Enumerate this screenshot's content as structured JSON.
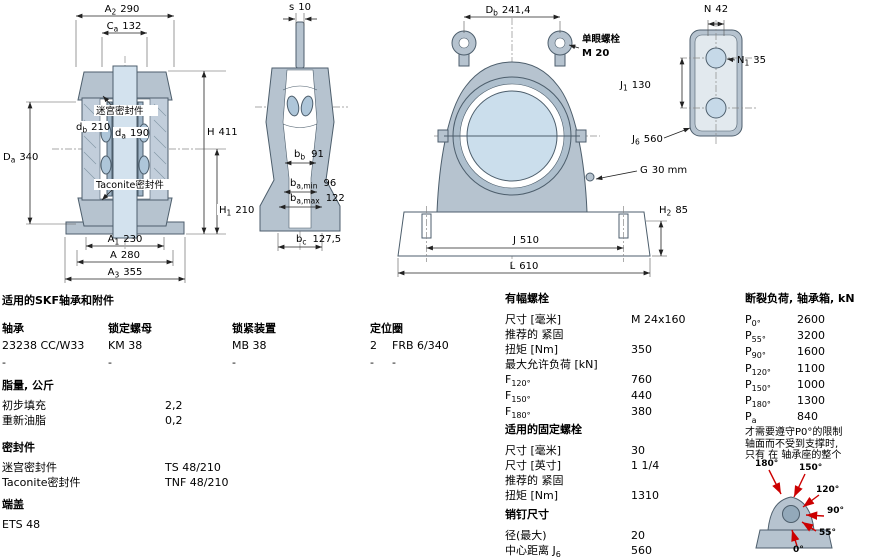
{
  "drawing": {
    "seal_label_top": "迷宫密封件",
    "seal_label_bottom": "Taconite密封件",
    "eye_bolt_label": "单眼螺栓",
    "eye_bolt_size": "M 20",
    "dims": {
      "A2": {
        "sym": "A",
        "sub": "2",
        "val": "290"
      },
      "Ca": {
        "sym": "C",
        "sub": "a",
        "val": "132"
      },
      "db": {
        "sym": "d",
        "sub": "b",
        "val": "210"
      },
      "da": {
        "sym": "d",
        "sub": "a",
        "val": "190"
      },
      "Da": {
        "sym": "D",
        "sub": "a",
        "val": "340"
      },
      "H": {
        "sym": "H",
        "val": "411"
      },
      "H1": {
        "sym": "H",
        "sub": "1",
        "val": "210"
      },
      "A1": {
        "sym": "A",
        "sub": "1",
        "val": "230"
      },
      "A": {
        "sym": "A",
        "val": "280"
      },
      "A3": {
        "sym": "A",
        "sub": "3",
        "val": "355"
      },
      "s": {
        "sym": "s",
        "val": "10"
      },
      "bb": {
        "sym": "b",
        "sub": "b",
        "val": "91"
      },
      "bamin": {
        "sym": "b",
        "sub": "a,min",
        "val": "96"
      },
      "bamax": {
        "sym": "b",
        "sub": "a,max",
        "val": "122"
      },
      "bc": {
        "sym": "b",
        "sub": "c",
        "val": "127,5"
      },
      "Db": {
        "sym": "D",
        "sub": "b",
        "val": "241,4"
      },
      "G": {
        "sym": "G",
        "val": "30 mm"
      },
      "H2": {
        "sym": "H",
        "sub": "2",
        "val": "85"
      },
      "J": {
        "sym": "J",
        "val": "510"
      },
      "L": {
        "sym": "L",
        "val": "610"
      },
      "N": {
        "sym": "N",
        "val": "42"
      },
      "N1": {
        "sym": "N",
        "sub": "1",
        "val": "35"
      },
      "J1": {
        "sym": "J",
        "sub": "1",
        "val": "130"
      },
      "J6": {
        "sym": "J",
        "sub": "6",
        "val": "560"
      }
    }
  },
  "bearings": {
    "title": "适用的SKF轴承和附件",
    "columns": [
      {
        "header": "轴承",
        "value": "23238 CC/W33",
        "dash": "-"
      },
      {
        "header": "锁定螺母",
        "value": "KM 38",
        "dash": "-"
      },
      {
        "header": "锁紧装置",
        "value": "MB 38",
        "dash": "-"
      },
      {
        "header": "定位圈",
        "qty": "2",
        "value": "FRB 6/340",
        "dash_qty": "-",
        "dash": "-"
      }
    ]
  },
  "grease": {
    "title": "脂量, 公斤",
    "rows": [
      {
        "label": "初步填充",
        "value": "2,2"
      },
      {
        "label": "重新油脂",
        "value": "0,2"
      }
    ]
  },
  "seals": {
    "title": "密封件",
    "rows": [
      {
        "label": "迷宫密封件",
        "value": "TS 48/210"
      },
      {
        "label": "Taconite密封件",
        "value": "TNF 48/210"
      }
    ]
  },
  "end_cover": {
    "title": "端盖",
    "value": "ETS 48"
  },
  "cap_bolts": {
    "title": "有幅螺栓",
    "size_label": "尺寸 [毫米]",
    "size_value": "M 24x160",
    "recommend_label": "推荐的 紧固",
    "torque_label": "扭矩 [Nm]",
    "torque_value": "350",
    "max_load_label": "最大允许负荷 [kN]",
    "loads": [
      {
        "sym": "F",
        "sub": "120°",
        "val": "760"
      },
      {
        "sym": "F",
        "sub": "150°",
        "val": "440"
      },
      {
        "sym": "F",
        "sub": "180°",
        "val": "380"
      }
    ]
  },
  "fixing_bolts": {
    "title": "适用的固定螺栓",
    "size_mm_label": "尺寸 [毫米]",
    "size_mm_value": "30",
    "size_in_label": "尺寸 [英寸]",
    "size_in_value": "1 1/4",
    "recommend_label": "推荐的 紧固",
    "torque_label": "扭矩 [Nm]",
    "torque_value": "1310"
  },
  "pin": {
    "title": "销钉尺寸",
    "dia_label": "径(最大)",
    "dia_value": "20",
    "center_label": "中心距离 J",
    "center_sub": "6",
    "center_value": "560"
  },
  "breaking_load": {
    "title": "断裂负荷, 轴承箱, kN",
    "rows": [
      {
        "sym": "P",
        "sub": "0°",
        "val": "2600"
      },
      {
        "sym": "P",
        "sub": "55°",
        "val": "3200"
      },
      {
        "sym": "P",
        "sub": "90°",
        "val": "1600"
      },
      {
        "sym": "P",
        "sub": "120°",
        "val": "1100"
      },
      {
        "sym": "P",
        "sub": "150°",
        "val": "1000"
      },
      {
        "sym": "P",
        "sub": "180°",
        "val": "1300"
      },
      {
        "sym": "P",
        "sub": "a",
        "val": "840"
      }
    ],
    "note_lines": [
      "才需要遵守P0°的限制",
      "轴面而不受到支撑时,",
      "只有 在 轴承座的整个"
    ]
  },
  "load_diagram": {
    "angles": [
      "180°",
      "150°",
      "120°",
      "90°",
      "55°",
      "0°"
    ]
  },
  "colors": {
    "housing": "#b6c3cf",
    "shaft": "#d3e2ee",
    "arrow_red": "#cc0000"
  }
}
